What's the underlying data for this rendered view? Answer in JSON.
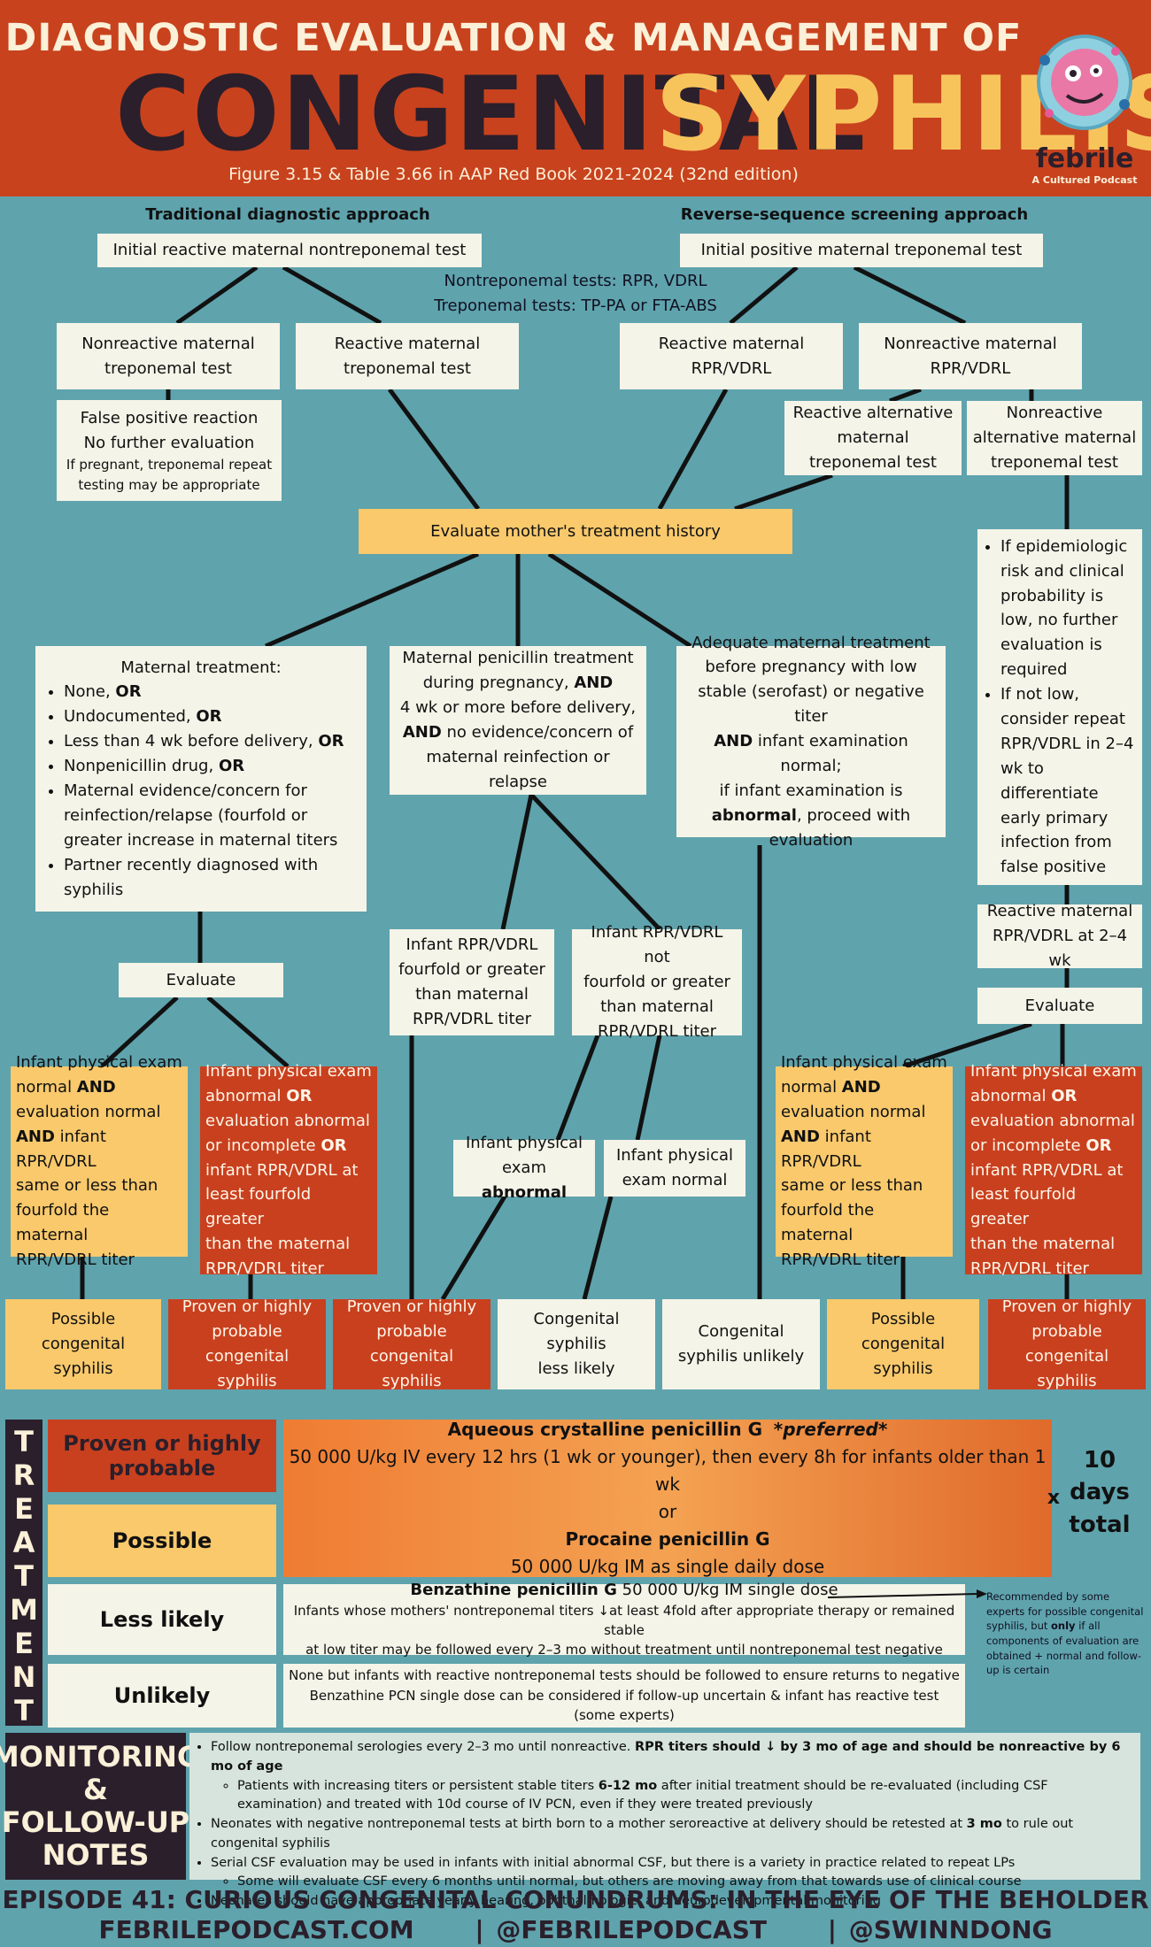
{
  "header": {
    "title_line1": "DIAGNOSTIC EVALUATION & MANAGEMENT OF",
    "title_word1": "CONGENITAL",
    "title_word2": "SYPHILIS",
    "subtitle": "Figure 3.15 & Table 3.66 in AAP Red Book 2021-2024 (32nd edition)",
    "brand": "febrile",
    "brand_tagline": "A Cultured Podcast"
  },
  "flow": {
    "heading_left": "Traditional diagnostic approach",
    "heading_right": "Reverse-sequence screening approach",
    "initial_left": "Initial reactive maternal nontreponemal test",
    "initial_right": "Initial positive maternal treponemal test",
    "tests_note_1": "Nontreponemal tests: RPR, VDRL",
    "tests_note_2": "Treponemal tests: TP-PA or FTA-ABS",
    "nonreactive_trep": [
      "Nonreactive maternal",
      "treponemal test"
    ],
    "reactive_trep": [
      "Reactive maternal",
      "treponemal test"
    ],
    "reactive_rpr": [
      "Reactive maternal",
      "RPR/VDRL"
    ],
    "nonreactive_rpr": [
      "Nonreactive maternal",
      "RPR/VDRL"
    ],
    "false_positive": [
      "False positive reaction",
      "No further evaluation"
    ],
    "false_positive_note": [
      "If pregnant, treponemal repeat",
      "testing may be appropriate"
    ],
    "reactive_alt": [
      "Reactive alternative",
      "maternal",
      "treponemal test"
    ],
    "nonreactive_alt": [
      "Nonreactive",
      "alternative maternal",
      "treponemal test"
    ],
    "evaluate_history": "Evaluate mother's treatment history",
    "maternal_treatment_title": "Maternal treatment:",
    "maternal_treatment_items": [
      {
        "text": "None, ",
        "bold": "OR"
      },
      {
        "text": "Undocumented, ",
        "bold": "OR"
      },
      {
        "text": "Less than 4 wk before delivery, ",
        "bold": "OR"
      },
      {
        "text": "Nonpenicillin drug, ",
        "bold": "OR"
      },
      {
        "text": "Maternal evidence/concern for reinfection/relapse (fourfold or greater increase in maternal titers",
        "bold": ""
      },
      {
        "text": "Partner recently diagnosed with syphilis",
        "bold": ""
      }
    ],
    "penicillin_box": {
      "l1": "Maternal penicillin treatment",
      "l2a": "during pregnancy, ",
      "l2b": "AND",
      "l3": "4 wk or more before delivery,",
      "l4a": "AND",
      "l4b": " no evidence/concern of",
      "l5": "maternal reinfection or relapse"
    },
    "adequate_box": {
      "l1": "Adequate maternal treatment",
      "l2": "before pregnancy with low",
      "l3": "stable (serofast) or negative titer",
      "l4a": "AND",
      "l4b": " infant examination normal;",
      "l5": "if infant examination is",
      "l6a": "abnormal",
      "l6b": ", proceed with",
      "l7": "evaluation"
    },
    "epi_items": [
      "If epidemiologic risk and clinical probability is low, no further evaluation is required",
      "If not low, consider repeat RPR/VDRL in 2–4 wk to differentiate early primary infection from false positive"
    ],
    "reactive_repeat": [
      "Reactive maternal",
      "RPR/VDRL at 2–4 wk"
    ],
    "evaluate": "Evaluate",
    "infant_fourfold": [
      "Infant RPR/VDRL",
      "fourfold or greater",
      "than maternal",
      "RPR/VDRL titer"
    ],
    "infant_not_fourfold": [
      "Infant RPR/VDRL not",
      "fourfold or greater",
      "than maternal",
      "RPR/VDRL titer"
    ],
    "exam_abnormal_a": "Infant physical",
    "exam_abnormal_b": "exam ",
    "exam_abnormal_c": "abnormal",
    "exam_normal": [
      "Infant physical",
      "exam normal"
    ],
    "normal_eval": {
      "l1": "Infant physical exam",
      "l2a": "normal ",
      "l2b": "AND",
      "l3": "evaluation normal",
      "l4a": "AND",
      "l4b": " infant RPR/VDRL",
      "l5": "same or less than",
      "l6": "fourfold the maternal",
      "l7": "RPR/VDRL titer"
    },
    "abnormal_eval": {
      "l1": "Infant physical exam",
      "l2a": "abnormal ",
      "l2b": "OR",
      "l3": "evaluation abnormal",
      "l4a": "or incomplete ",
      "l4b": "OR",
      "l5": "infant RPR/VDRL at",
      "l6": "least fourfold greater",
      "l7": "than the maternal",
      "l8": "RPR/VDRL titer"
    },
    "outcome_possible": [
      "Possible",
      "congenital syphilis"
    ],
    "outcome_proven": [
      "Proven or highly",
      "probable",
      "congenital syphilis"
    ],
    "outcome_less_likely": [
      "Congenital syphilis",
      "less likely"
    ],
    "outcome_unlikely": [
      "Congenital",
      "syphilis unlikely"
    ]
  },
  "treatment": {
    "side_label": [
      "T",
      "R",
      "E",
      "A",
      "T",
      "M",
      "E",
      "N",
      "T"
    ],
    "rows": {
      "proven": "Proven or highly probable",
      "possible": "Possible",
      "less_likely": "Less likely",
      "unlikely": "Unlikely"
    },
    "rx_main_title": "Aqueous crystalline penicillin G",
    "rx_main_pref": "*preferred*",
    "rx_main_dose": "50 000 U/kg IV every 12 hrs (1 wk or younger), then every 8h for infants older than 1 wk",
    "rx_or": "or",
    "rx_alt_title": "Procaine penicillin G",
    "rx_alt_dose": "50 000 U/kg IM as single daily dose",
    "times": "x",
    "duration": [
      "10",
      "days",
      "total"
    ],
    "benz_title": "Benzathine penicillin G",
    "benz_dose": " 50 000 U/kg IM single dose",
    "benz_note_a": "Infants whose mothers' nontreponemal titers ",
    "benz_note_arrow": "↓",
    "benz_note_b": "at least 4fold after appropriate therapy or remained stable",
    "benz_note_c": "at low titer may be followed every 2–3 mo without treatment until nontreponemal test negative",
    "benz_side_note_a": "Recommended by some experts for possible congenital syphilis, but ",
    "benz_side_note_b": "only",
    "benz_side_note_c": " if all components of evaluation are obtained + normal and follow-up is certain",
    "unlikely_note_1": "None but infants with reactive nontreponemal tests should be followed to ensure returns to negative",
    "unlikely_note_2": "Benzathine PCN single dose can be considered if follow-up uncertain & infant has reactive test (some experts)"
  },
  "monitoring": {
    "side_label": [
      "MONITORING",
      "&",
      "FOLLOW-UP",
      "NOTES"
    ],
    "b1a": "Follow nontreponemal serologies every 2–3 mo until nonreactive.  ",
    "b1b": "RPR titers should ↓ by 3 mo of age and should be nonreactive by 6 mo of age",
    "b1s_a": "Patients with increasing titers or persistent stable titers ",
    "b1s_b": "6-12 mo",
    "b1s_c": " after initial treatment should be re-evaluated (including CSF examination) and treated with 10d course of IV PCN, even if they were treated previously",
    "b2a": "Neonates with negative nontreponemal tests at birth born to a mother seroreactive at delivery should be retested at ",
    "b2b": "3 mo",
    "b2c": " to rule out congenital syphilis",
    "b3": "Serial CSF evaluation may be used in infants with initial abnormal CSF, but there is a variety in practice related to repeat LPs",
    "b3s": "Some will evaluate CSF every 6 months until normal, but others are moving away from that towards use of clinical course",
    "b4": "Neonates should have appropriate yearly hearing, ophthalmologic, and neurodevelopmental monitoring"
  },
  "footer": {
    "episode": "EPISODE 41: CURIOUS CONGENITAL CONUNDRUMS: IN THE EYE OF THE BEHOLDER",
    "site": "FEBRILEPODCAST.COM",
    "handle1": "| @FEBRILEPODCAST",
    "handle2": "| @SWINNDONG"
  },
  "colors": {
    "background": "#5fa3ad",
    "header_red": "#c8421e",
    "box_cream": "#f5f4e8",
    "box_yellow": "#f9c96c",
    "box_red": "#c9401f",
    "dark": "#2a1f2b"
  }
}
